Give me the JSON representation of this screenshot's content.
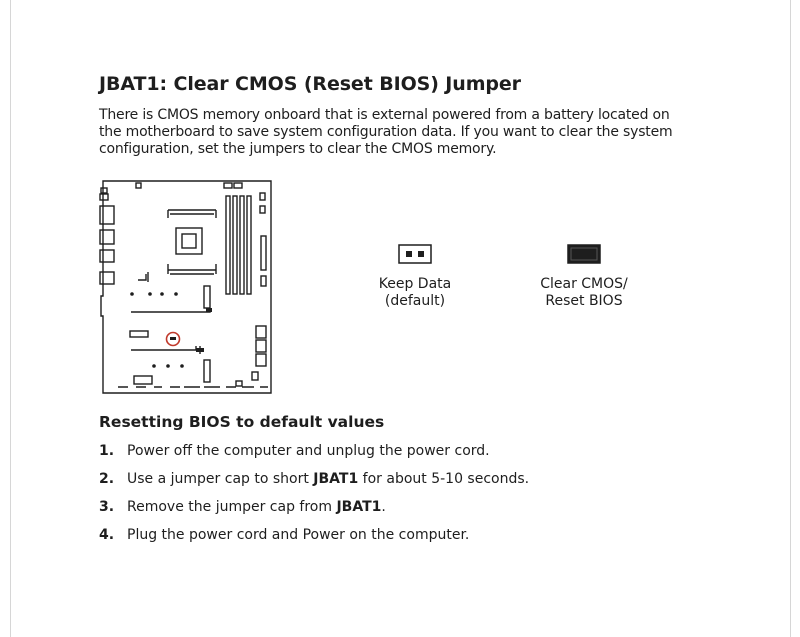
{
  "section_title": "JBAT1: Clear CMOS (Reset BIOS) Jumper",
  "intro_lines": [
    "There is CMOS memory onboard that is external powered from a battery located on",
    "the motherboard to save system configuration data. If you want to clear the system",
    "configuration, set the jumpers to clear the CMOS memory."
  ],
  "jumpers": [
    {
      "line1": "Keep Data",
      "line2": "(default)",
      "state": "open"
    },
    {
      "line1": "Clear CMOS/",
      "line2": "Reset BIOS",
      "state": "shorted"
    }
  ],
  "steps_heading": "Resetting BIOS to default values",
  "steps": [
    {
      "num": "1.",
      "pre": "Power off the computer and unplug the power cord.",
      "bold": "",
      "post": ""
    },
    {
      "num": "2.",
      "pre": "Use a jumper cap to short ",
      "bold": "JBAT1",
      "post": " for about 5-10 seconds."
    },
    {
      "num": "3.",
      "pre": "Remove the jumper cap from ",
      "bold": "JBAT1",
      "post": "."
    },
    {
      "num": "4.",
      "pre": "Plug the power cord and Power on the computer.",
      "bold": "",
      "post": ""
    }
  ],
  "colors": {
    "text": "#1e1e1e",
    "highlight": "#c0392b",
    "line": "#1e1e1e"
  }
}
